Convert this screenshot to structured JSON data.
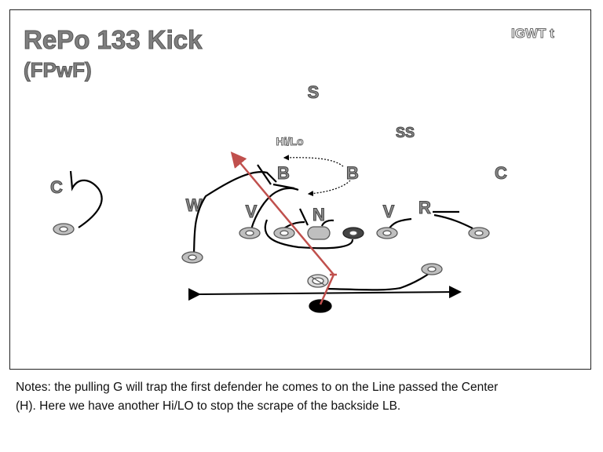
{
  "title": "RePo 133 Kick",
  "subtitle": "(FPwF)",
  "corner_label": "IGWT t",
  "defenders": {
    "s": "S",
    "ss": "SS",
    "b_left": "B",
    "b_right": "B",
    "c_right": "C",
    "c_left": "C",
    "w": "W",
    "v_left": "V",
    "n": "N",
    "v_right": "V",
    "r": "R"
  },
  "annotation": "Hi/Lo",
  "notes": {
    "line1": "Notes: the pulling G will trap the first defender he comes to on the Line passed the Center",
    "line2": "(H).   Here we have another Hi/LO to stop the scrape of the backside LB."
  },
  "colors": {
    "red_path": "#c0504d",
    "offense_fill": "#bfbfbf",
    "label_fill": "#8a8a8a"
  }
}
